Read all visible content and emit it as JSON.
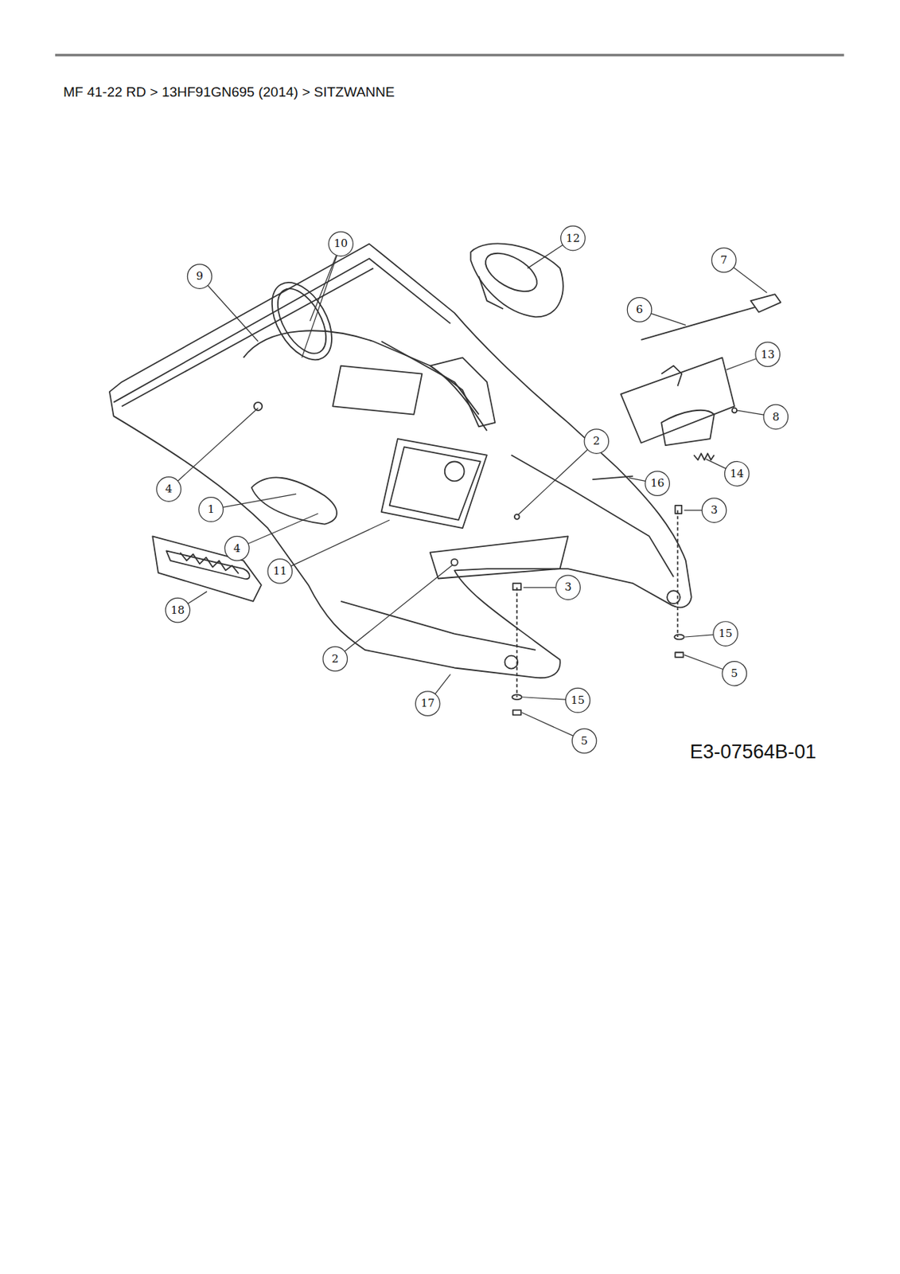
{
  "diagram": {
    "title": "MF 41-22 RD  >  13HF91GN695 (2014)  >  SITZWANNE",
    "labels": [
      "10",
      "12",
      "9",
      "7",
      "6",
      "13",
      "8",
      "2",
      "14",
      "16",
      "4",
      "1",
      "3",
      "4",
      "11",
      "3",
      "18",
      "15",
      "5",
      "2",
      "17",
      "15",
      "5",
      "E3-07564B-01"
    ]
  }
}
